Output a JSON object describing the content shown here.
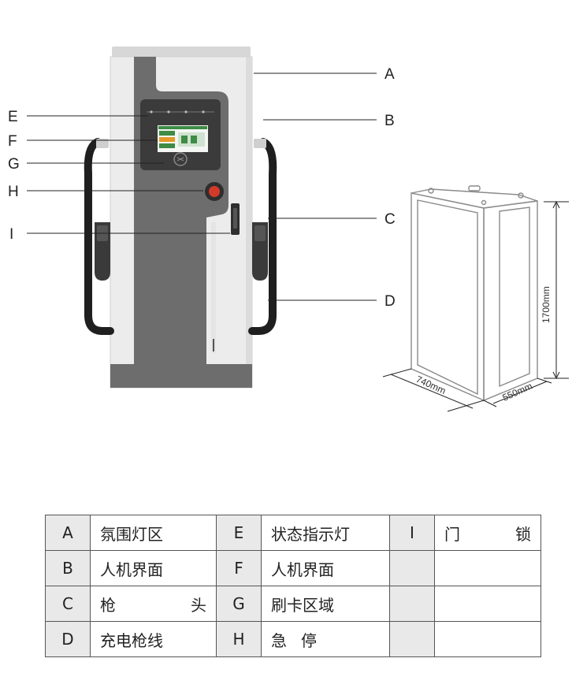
{
  "callouts": {
    "A": "A",
    "B": "B",
    "C": "C",
    "D": "D",
    "E": "E",
    "F": "F",
    "G": "G",
    "H": "H",
    "I": "I"
  },
  "dimensions": {
    "height": "1700mm",
    "width": "740mm",
    "depth": "550mm"
  },
  "legend": {
    "rows": [
      [
        {
          "key": "A",
          "value": "氛围灯区"
        },
        {
          "key": "E",
          "value": "状态指示灯"
        },
        {
          "key": "I",
          "value": "门锁"
        }
      ],
      [
        {
          "key": "B",
          "value": "人机界面"
        },
        {
          "key": "F",
          "value": "人机界面"
        },
        {
          "key": "",
          "value": ""
        }
      ],
      [
        {
          "key": "C",
          "value": "枪头"
        },
        {
          "key": "G",
          "value": "刷卡区域"
        },
        {
          "key": "",
          "value": ""
        }
      ],
      [
        {
          "key": "D",
          "value": "充电枪线"
        },
        {
          "key": "H",
          "value": "急停"
        },
        {
          "key": "",
          "value": ""
        }
      ]
    ]
  },
  "colors": {
    "body": "#ececec",
    "dark_gray": "#6d6d6d",
    "screen_bezel": "#3b3b3b",
    "emergency_red": "#d23a2a",
    "legend_key_bg": "#e9e9e9",
    "cabinet_frame": "#8a8a8a"
  }
}
